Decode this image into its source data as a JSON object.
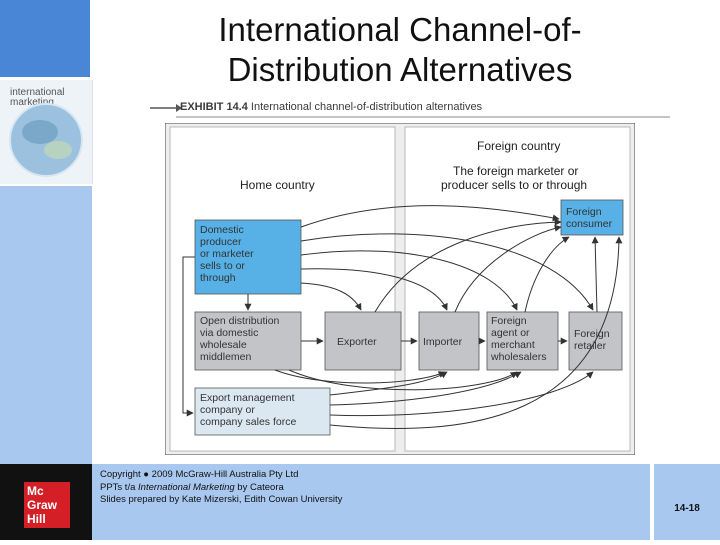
{
  "slide": {
    "title_line1": "International Channel-of-",
    "title_line2": "Distribution Alternatives",
    "exhibit_label": "EXHIBIT 14.4",
    "exhibit_caption": "International channel-of-distribution alternatives"
  },
  "book_cover": {
    "title_line1": "international",
    "title_line2": "marketing"
  },
  "diagram": {
    "home_country_label": "Home country",
    "foreign_country_label": "Foreign country",
    "foreign_subtitle_line1": "The foreign marketer or",
    "foreign_subtitle_line2": "producer sells to or through",
    "nodes": {
      "domestic_producer": [
        "Domestic",
        "producer",
        "or marketer",
        "sells to or",
        "through"
      ],
      "open_distribution": [
        "Open distribution",
        "via domestic",
        "wholesale",
        "middlemen"
      ],
      "exporter": [
        "Exporter"
      ],
      "importer": [
        "Importer"
      ],
      "foreign_agent": [
        "Foreign",
        "agent or",
        "merchant",
        "wholesalers"
      ],
      "foreign_retailer": [
        "Foreign",
        "retailer"
      ],
      "foreign_consumer": [
        "Foreign",
        "consumer"
      ],
      "export_management": [
        "Export management",
        "company or",
        "company sales force"
      ]
    },
    "colors": {
      "blue_box": "#57b1e6",
      "gray_box": "#c2c4c7",
      "light_box": "#dbe8f1",
      "frame": "#eeeeee"
    }
  },
  "footer": {
    "copyright_line1": "Copyright ● 2009 McGraw-Hill Australia Pty Ltd",
    "copyright_line2_prefix": "PPTs t/a ",
    "copyright_line2_italic": "International Marketing",
    "copyright_line2_suffix": " by Cateora",
    "copyright_line3": "Slides prepared by Kate Mizerski, Edith Cowan University",
    "page_number": "14-18"
  },
  "logo": {
    "line1": "Mc",
    "line2": "Graw",
    "line3": "Hill"
  }
}
